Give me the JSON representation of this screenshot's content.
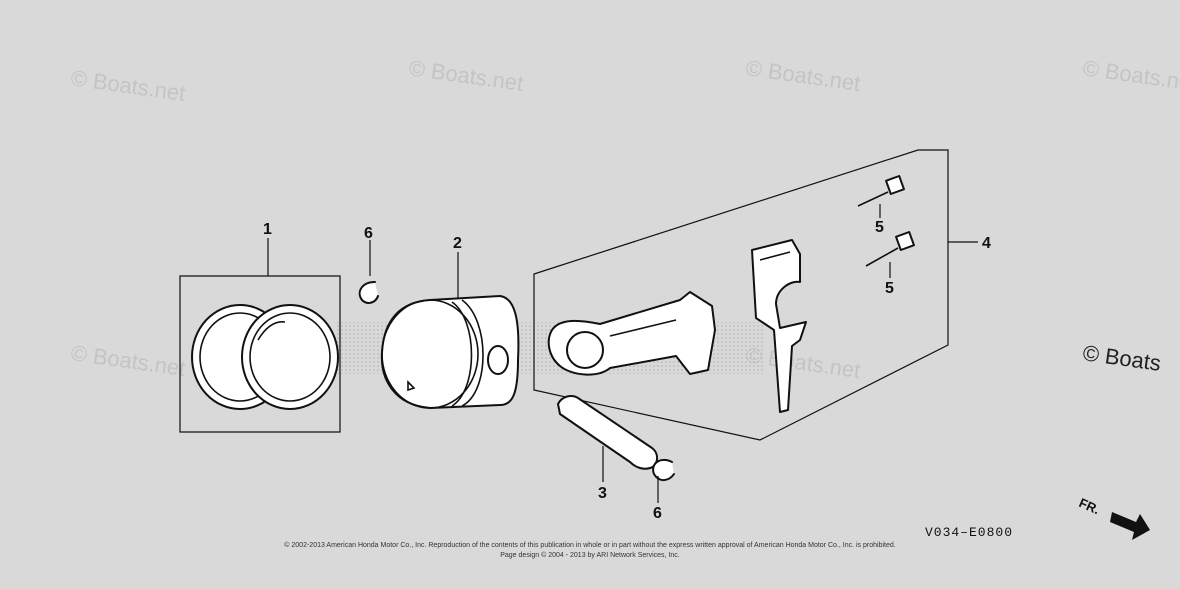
{
  "watermarks": {
    "text": "© Boats.net",
    "large_text": "© Boats"
  },
  "callouts": {
    "piston_ring_set": "1",
    "piston": "2",
    "piston_pin": "3",
    "connecting_rod_set": "4",
    "rod_bolt_upper": "5",
    "rod_bolt_lower": "5",
    "pin_clip_upper": "6",
    "pin_clip_lower": "6"
  },
  "diagram_code": "V034–E0800",
  "direction_label": "FR.",
  "footer": {
    "line1": "© 2002-2013 American Honda Motor Co., Inc. Reproduction of the contents of this publication in whole or in part without the express written approval of American Honda Motor Co., Inc. is prohibited.",
    "line2": "Page design © 2004 - 2013 by ARI Network Services, Inc."
  },
  "colors": {
    "background": "#d9d9d9",
    "line_art": "#111111",
    "watermark": "#c4c4c4"
  }
}
